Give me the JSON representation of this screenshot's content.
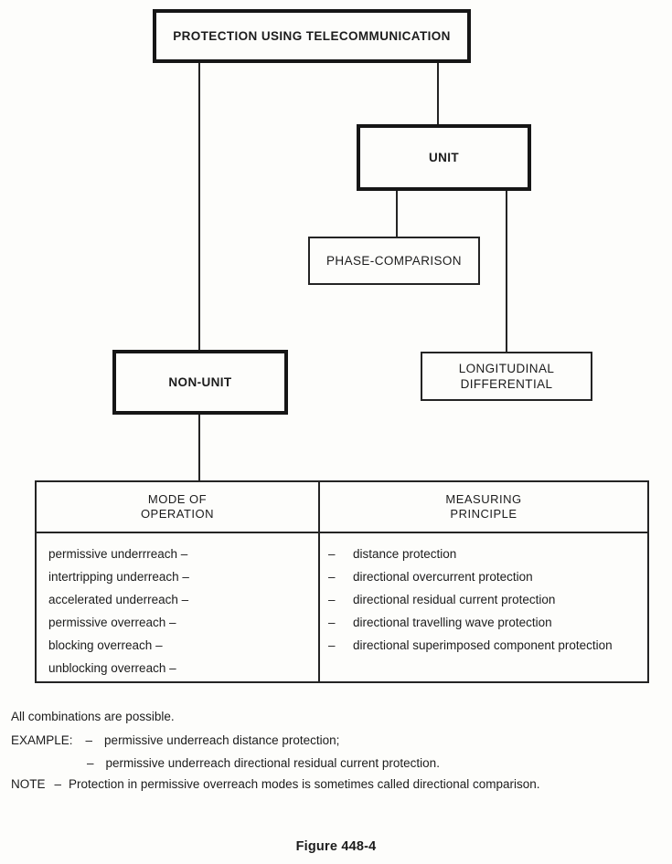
{
  "flowchart": {
    "root_label": "PROTECTION USING TELECOMMUNICATION",
    "unit_label": "UNIT",
    "non_unit_label": "NON-UNIT",
    "phase_comparison_label": "PHASE-COMPARISON",
    "longitudinal_line1": "LONGITUDINAL",
    "longitudinal_line2": "DIFFERENTIAL"
  },
  "table": {
    "header_left_line1": "MODE OF",
    "header_left_line2": "OPERATION",
    "header_right_line1": "MEASURING",
    "header_right_line2": "PRINCIPLE",
    "dash": "–",
    "modes": [
      "permissive underrreach –",
      "intertripping underreach –",
      "accelerated underreach –",
      "permissive overreach –",
      "blocking overreach –",
      "unblocking overreach –"
    ],
    "principles": [
      "distance protection",
      "directional overcurrent protection",
      "directional residual current protection",
      "directional travelling wave protection",
      "directional superimposed component protection"
    ]
  },
  "notes": {
    "all_combinations": "All combinations are possible.",
    "example_label": "EXAMPLE:",
    "dash": "–",
    "example_item1": "permissive underreach distance protection;",
    "example_item2": "permissive underreach directional residual current protection.",
    "note_label": "NOTE",
    "note_text": "Protection in permissive overreach modes is sometimes called directional comparison."
  },
  "caption": "Figure 448-4",
  "colors": {
    "ink": "#1c1c1c",
    "paper": "#fdfdfb"
  }
}
